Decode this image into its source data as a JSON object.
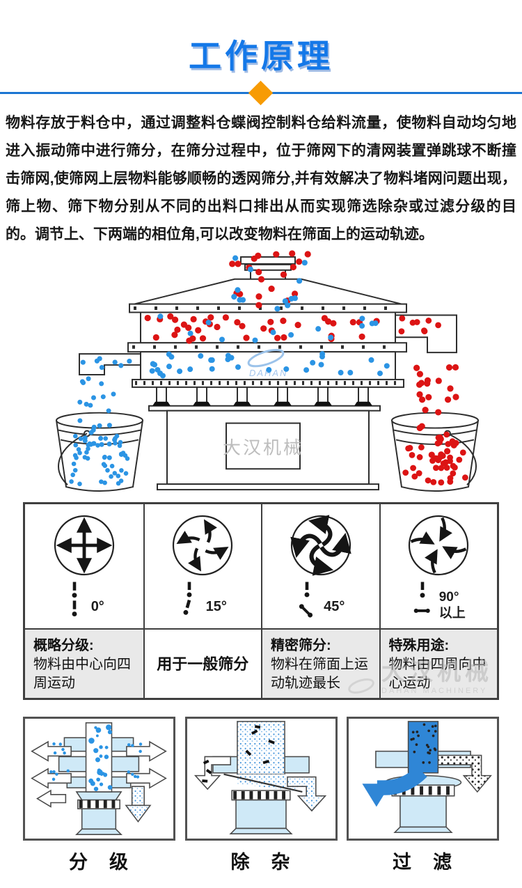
{
  "colors": {
    "accent_blue": "#1478e8",
    "divider_blue": "#1b75d2",
    "diamond_orange": "#f79b04",
    "particle_red": "#dc1414",
    "particle_blue": "#2b94e4",
    "particle_dark": "#222222",
    "machine_fill": "#cfe9f7",
    "table_gray": "#e9e9e9"
  },
  "header": {
    "title": "工作原理"
  },
  "intro": {
    "text": "物料存放于料仓中，通过调整料仓蝶阀控制料仓给料流量，使物料自动均匀地进入振动筛中进行筛分，在筛分过程中，位于筛网下的清网装置弹跳球不断撞击筛网,使筛网上层物料能够顺畅的透网筛分,并有效解决了物料堵网问题出现，筛上物、筛下物分别从不同的出料口排出从而实现筛选除杂或过滤分级的目的。调节上、下两端的相位角,可以改变物料在筛面上的运动轨迹。"
  },
  "machine_diagram": {
    "base_label": "大汉机械",
    "watermark": "DAHAN"
  },
  "phase_table": {
    "watermark_cn": "大汉机械",
    "watermark_en": "DAHAN MACHINERY",
    "columns": [
      {
        "angle": "0°",
        "angle_suffix": "",
        "desc_title": "概略分级:",
        "desc": "物料由中心向四周运动"
      },
      {
        "angle": "15°",
        "angle_suffix": "",
        "desc_title": "",
        "desc": "用于一般筛分"
      },
      {
        "angle": "45°",
        "angle_suffix": "",
        "desc_title": "精密筛分:",
        "desc": "物料在筛面上运动轨迹最长"
      },
      {
        "angle": "90°",
        "angle_suffix": "以上",
        "desc_title": "特殊用途:",
        "desc": "物料由四周向中心运动"
      }
    ]
  },
  "modes": [
    {
      "label": "分　级"
    },
    {
      "label": "除　杂"
    },
    {
      "label": "过　滤"
    }
  ]
}
